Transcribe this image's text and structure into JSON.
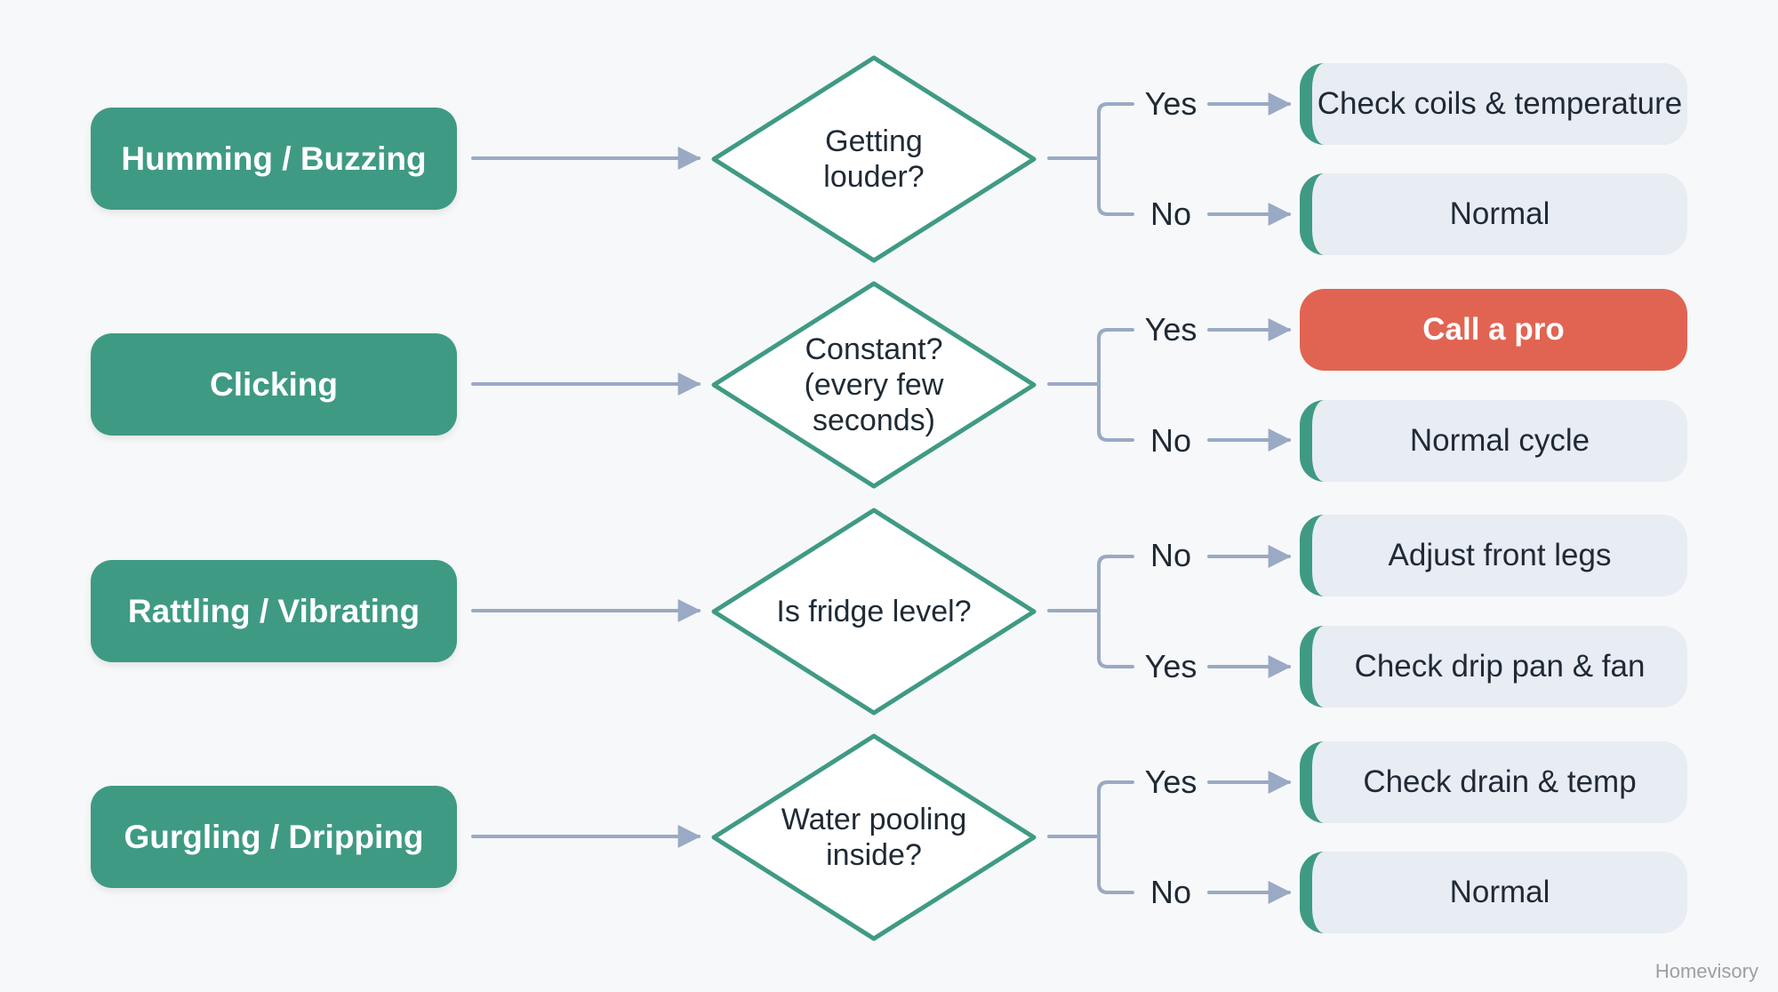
{
  "colors": {
    "start_fill": "#3f9a84",
    "diamond_stroke": "#3f9a84",
    "arrow": "#9aa9c4",
    "outcome_fill": "#e8ecf3",
    "outcome_accent": "#3f9a84",
    "alert_fill": "#e16452",
    "background": "#f7f8f9"
  },
  "rows": [
    {
      "noise": "Humming / Buzzing",
      "question": "Getting\nlouder?",
      "branches": [
        {
          "answer": "Yes",
          "result": "Check coils & temperature",
          "alert": false
        },
        {
          "answer": "No",
          "result": "Normal",
          "alert": false
        }
      ]
    },
    {
      "noise": "Clicking",
      "question": "Constant?\n(every few\nseconds)",
      "branches": [
        {
          "answer": "Yes",
          "result": "Call a pro",
          "alert": true
        },
        {
          "answer": "No",
          "result": "Normal cycle",
          "alert": false
        }
      ]
    },
    {
      "noise": "Rattling / Vibrating",
      "question": "Is fridge level?",
      "branches": [
        {
          "answer": "No",
          "result": "Adjust front legs",
          "alert": false
        },
        {
          "answer": "Yes",
          "result": "Check drip pan & fan",
          "alert": false
        }
      ]
    },
    {
      "noise": "Gurgling / Dripping",
      "question": "Water pooling\ninside?",
      "branches": [
        {
          "answer": "Yes",
          "result": "Check drain & temp",
          "alert": false
        },
        {
          "answer": "No",
          "result": "Normal",
          "alert": false
        }
      ]
    }
  ],
  "watermark": "Homevisory"
}
